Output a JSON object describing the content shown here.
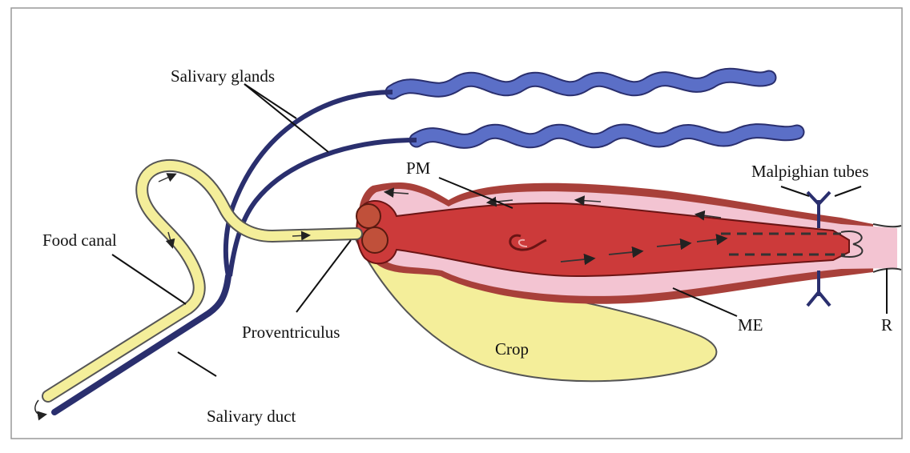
{
  "labels": {
    "salivary_glands": "Salivary glands",
    "food_canal": "Food canal",
    "salivary_duct": "Salivary duct",
    "proventriculus": "Proventriculus",
    "crop": "Crop",
    "pm": "PM",
    "me": "ME",
    "malpighian_tubes": "Malpighian tubes",
    "r": "R"
  },
  "colors": {
    "salivary": "#5b6fc7",
    "salivary_dark": "#2a2f6e",
    "food": "#f4ee9a",
    "midgut": "#cc3a3a",
    "midgut_outer": "#a8403a",
    "lining": "#f3c4d2"
  }
}
